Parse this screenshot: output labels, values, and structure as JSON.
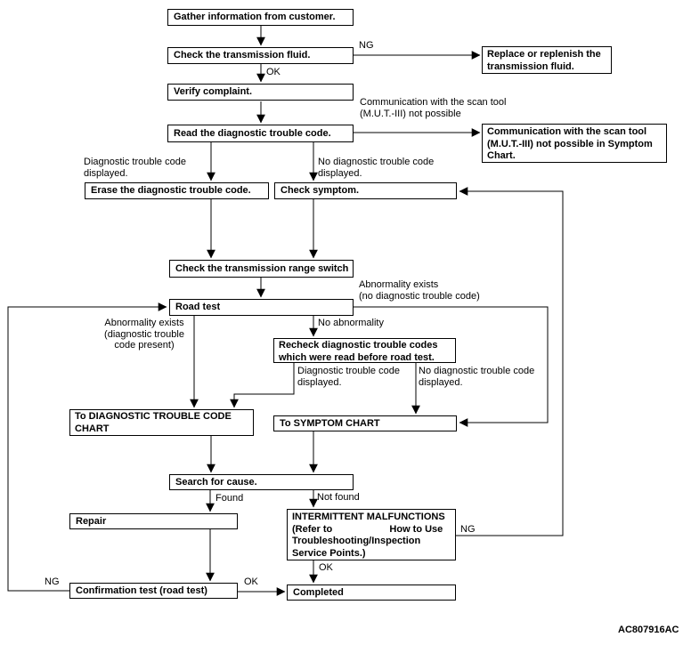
{
  "diagram_code": "AC807916AC",
  "colors": {
    "line": "#000000",
    "background": "#ffffff",
    "text": "#000000"
  },
  "nodes": {
    "gather": {
      "text": "Gather information from customer."
    },
    "check_fluid": {
      "text": "Check the transmission fluid."
    },
    "replace_fluid": {
      "text": "Replace or replenish the\ntransmission fluid."
    },
    "verify": {
      "text": "Verify complaint."
    },
    "read_dtc": {
      "text": "Read the diagnostic trouble code."
    },
    "comm_not_possible": {
      "text": "Communication with the scan tool\n(M.U.T.-III) not possible in Symptom\nChart."
    },
    "erase_dtc": {
      "text": "Erase the diagnostic trouble code."
    },
    "check_symptom": {
      "text": "Check symptom."
    },
    "range_switch": {
      "text": "Check the transmission range switch"
    },
    "road_test": {
      "text": "Road test"
    },
    "recheck_dtc": {
      "text": "Recheck diagnostic trouble codes\nwhich were read before road test."
    },
    "to_dtc_chart": {
      "text": "To DIAGNOSTIC TROUBLE CODE\nCHART"
    },
    "to_symptom_chart": {
      "text": "To SYMPTOM CHART"
    },
    "search_cause": {
      "text": "Search for cause."
    },
    "repair": {
      "text": "Repair"
    },
    "intermittent": {
      "text": "INTERMITTENT MALFUNCTIONS\n(Refer to                     How to Use\nTroubleshooting/Inspection\nService Points.)"
    },
    "confirmation": {
      "text": "Confirmation test (road test)"
    },
    "completed": {
      "text": "Completed"
    }
  },
  "labels": {
    "ng_top": "NG",
    "ok_top": "OK",
    "comm": "Communication with the scan tool\n(M.U.T.-III) not possible",
    "dtc_displayed_left": "Diagnostic trouble code\ndisplayed.",
    "no_dtc_displayed_right": "No diagnostic trouble code\ndisplayed.",
    "abnormality_no_dtc": "Abnormality exists\n(no diagnostic trouble code)",
    "abnormality_dtc_present": "Abnormality exists\n(diagnostic trouble\ncode present)",
    "no_abnormality": "No abnormality",
    "dtc_displayed_mid": "Diagnostic trouble code\ndisplayed.",
    "no_dtc_displayed_mid": "No diagnostic trouble code\ndisplayed.",
    "found": "Found",
    "not_found": "Not found",
    "ng_right": "NG",
    "ok_mid": "OK",
    "ng_left": "NG",
    "ok_bottom": "OK"
  },
  "edges": [
    {
      "from": "gather",
      "to": "check_fluid",
      "label": ""
    },
    {
      "from": "check_fluid",
      "to": "replace_fluid",
      "label": "NG"
    },
    {
      "from": "check_fluid",
      "to": "verify",
      "label": "OK"
    },
    {
      "from": "verify",
      "to": "read_dtc",
      "label": ""
    },
    {
      "from": "read_dtc",
      "to": "comm_not_possible",
      "label": "Communication with the scan tool (M.U.T.-III) not possible"
    },
    {
      "from": "read_dtc",
      "to": "erase_dtc",
      "label": "Diagnostic trouble code displayed."
    },
    {
      "from": "read_dtc",
      "to": "check_symptom",
      "label": "No diagnostic trouble code displayed."
    },
    {
      "from": "erase_dtc",
      "to": "range_switch",
      "label": ""
    },
    {
      "from": "check_symptom",
      "to": "range_switch",
      "label": ""
    },
    {
      "from": "range_switch",
      "to": "road_test",
      "label": ""
    },
    {
      "from": "road_test",
      "to": "to_dtc_chart",
      "label": "Abnormality exists (diagnostic trouble code present)"
    },
    {
      "from": "road_test",
      "to": "recheck_dtc",
      "label": "No abnormality"
    },
    {
      "from": "road_test",
      "to": "to_symptom_chart",
      "label": "Abnormality exists (no diagnostic trouble code)"
    },
    {
      "from": "recheck_dtc",
      "to": "to_dtc_chart",
      "label": "Diagnostic trouble code displayed."
    },
    {
      "from": "recheck_dtc",
      "to": "to_symptom_chart",
      "label": "No diagnostic trouble code displayed."
    },
    {
      "from": "to_dtc_chart",
      "to": "search_cause",
      "label": ""
    },
    {
      "from": "to_symptom_chart",
      "to": "search_cause",
      "label": ""
    },
    {
      "from": "search_cause",
      "to": "repair",
      "label": "Found"
    },
    {
      "from": "search_cause",
      "to": "intermittent",
      "label": "Not found"
    },
    {
      "from": "repair",
      "to": "confirmation",
      "label": ""
    },
    {
      "from": "intermittent",
      "to": "completed",
      "label": "OK"
    },
    {
      "from": "intermittent",
      "to": "check_symptom",
      "label": "NG"
    },
    {
      "from": "confirmation",
      "to": "completed",
      "label": "OK"
    },
    {
      "from": "confirmation",
      "to": "road_test",
      "label": "NG"
    }
  ]
}
